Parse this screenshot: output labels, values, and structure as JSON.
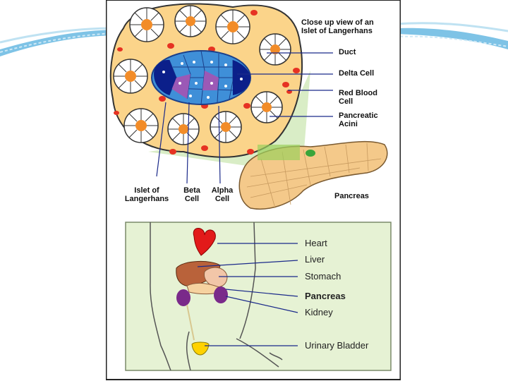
{
  "colors": {
    "frame": "#222222",
    "islet_fill": "#fbd48a",
    "acinus_cell": "#ffffff",
    "acinus_core": "#f28c28",
    "red_blood_cell": "#e63222",
    "islet_core": "#3f8fd8",
    "delta_cell": "#9b59b6",
    "beta_cell": "#0b1f8a",
    "pancreas": "#f4c98a",
    "green_panel": "#e6f2d4",
    "heart": "#e21a1a",
    "liver": "#b9623a",
    "stomach": "#f2c6a8",
    "kidney": "#7a2a8a",
    "bladder": "#ffd200"
  },
  "top_panel": {
    "title_line1": "Close up view of an",
    "title_line2": "Islet of Langerhans",
    "callouts": [
      {
        "id": "duct",
        "text": "Duct"
      },
      {
        "id": "delta",
        "text": "Delta Cell"
      },
      {
        "id": "rbc",
        "text": "Red Blood\nCell"
      },
      {
        "id": "acini",
        "text": "Pancreatic\nAcini"
      }
    ],
    "bottom_labels": {
      "islet": "Islet of\nLangerhans",
      "beta": "Beta\nCell",
      "alpha": "Alpha\nCell",
      "pancreas": "Pancreas"
    }
  },
  "bottom_panel": {
    "organs": [
      {
        "id": "heart",
        "text": "Heart",
        "bold": false
      },
      {
        "id": "liver",
        "text": "Liver",
        "bold": false
      },
      {
        "id": "stomach",
        "text": "Stomach",
        "bold": false
      },
      {
        "id": "pancreas",
        "text": "Pancreas",
        "bold": true
      },
      {
        "id": "kidney",
        "text": "Kidney",
        "bold": false
      },
      {
        "id": "bladder",
        "text": "Urinary Bladder",
        "bold": false
      }
    ]
  }
}
